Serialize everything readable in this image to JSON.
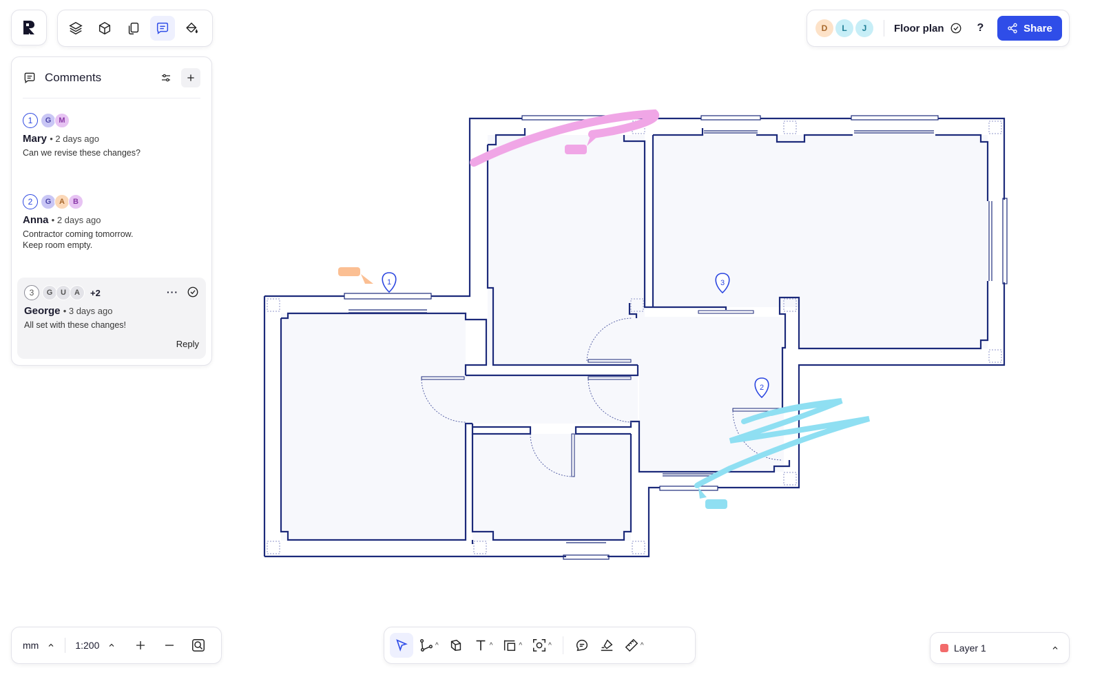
{
  "logo": {
    "name": "app-logo"
  },
  "top_toolbar": {
    "tools": [
      {
        "name": "layers-icon",
        "active": false
      },
      {
        "name": "3d-box-icon",
        "active": false
      },
      {
        "name": "copy-icon",
        "active": false
      },
      {
        "name": "comment-icon",
        "active": true
      },
      {
        "name": "paint-bucket-icon",
        "active": false
      }
    ]
  },
  "comments": {
    "title": "Comments",
    "threads": [
      {
        "number": "1",
        "avatars": [
          "G",
          "M"
        ],
        "author": "Mary",
        "time": "• 2 days ago",
        "text": "Can we revise these changes?"
      },
      {
        "number": "2",
        "avatars": [
          "G",
          "A",
          "B"
        ],
        "author": "Anna",
        "time": "• 2 days ago",
        "text": "Contractor coming tomorrow.\nKeep room empty."
      },
      {
        "number": "3",
        "avatars": [
          "G",
          "U",
          "A"
        ],
        "extra": "+2",
        "author": "George",
        "time": "• 3 days ago",
        "text": "All set with these changes!",
        "reply": "Reply"
      }
    ]
  },
  "header": {
    "participants": [
      "D",
      "L",
      "J"
    ],
    "doc_title": "Floor plan",
    "help": "?",
    "share": "Share"
  },
  "bottom_left": {
    "unit": "mm",
    "scale": "1:200"
  },
  "layer": {
    "name": "Layer 1",
    "color": "#f26b6b"
  },
  "canvas_pins": [
    "1",
    "2",
    "3"
  ],
  "colors": {
    "accent": "#2f4de8",
    "wall": "#1c2a7a",
    "pink": "#f0a6e6",
    "cyan": "#8fdff2",
    "orange": "#fbbf93"
  }
}
